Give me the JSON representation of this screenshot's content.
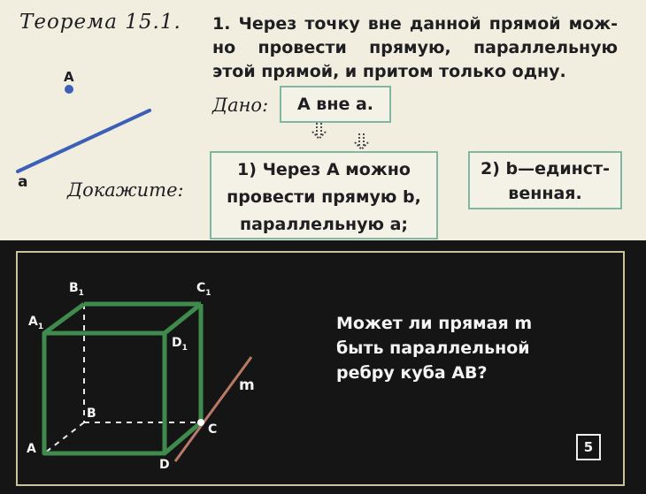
{
  "theorem": {
    "label": "Теорема 15.1.",
    "statement_lines": [
      "1. Через точку вне данной прямой мож-",
      "но провести прямую, параллельную",
      "этой прямой, и притом только одну."
    ]
  },
  "given": {
    "label": "Дано:",
    "text": "А вне а."
  },
  "prove": {
    "label": "Докажите:",
    "part1_lines": [
      "1) Через А можно",
      "провести прямую b,",
      "параллельную а;"
    ],
    "part2_lines": [
      "2) b—единст-",
      "венная."
    ]
  },
  "diagram": {
    "point_label": "A",
    "line_label": "a",
    "point_color": "#3c5fb7",
    "line_color": "#3c5fb7"
  },
  "cube": {
    "vertices": {
      "A": "A",
      "B": "B",
      "C": "C",
      "D": "D",
      "A1": "A",
      "B1": "B",
      "C1": "C",
      "D1": "D",
      "subscript": "1"
    },
    "line_label": "m",
    "edge_color": "#3f8a4d",
    "line_color": "#b87a66"
  },
  "question": {
    "lines": [
      "Может ли прямая m",
      "быть параллельной",
      "ребру куба AB?"
    ]
  },
  "page_number": "5"
}
